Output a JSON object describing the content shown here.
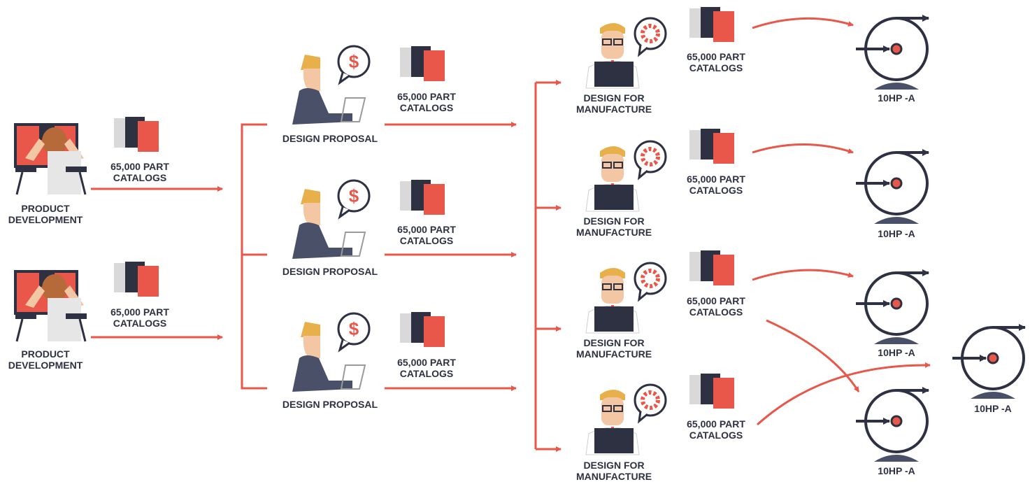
{
  "colors": {
    "accent": "#e8574a",
    "dark": "#2d3142",
    "skin": "#f3c7a4",
    "hair": "#e7b04b",
    "book_gray": "#d9d9d9"
  },
  "product_development": [
    {
      "line1": "PRODUCT",
      "line2": "DEVELOPMENT",
      "catalog_line1": "65,000 PART",
      "catalog_line2": "CATALOGS"
    },
    {
      "line1": "PRODUCT",
      "line2": "DEVELOPMENT",
      "catalog_line1": "65,000 PART",
      "catalog_line2": "CATALOGS"
    }
  ],
  "design_proposals": [
    {
      "label": "DESIGN PROPOSAL",
      "icon": "dollar-speech-bubble-icon",
      "catalog_line1": "65,000 PART",
      "catalog_line2": "CATALOGS"
    },
    {
      "label": "DESIGN PROPOSAL",
      "icon": "dollar-speech-bubble-icon",
      "catalog_line1": "65,000 PART",
      "catalog_line2": "CATALOGS"
    },
    {
      "label": "DESIGN PROPOSAL",
      "icon": "dollar-speech-bubble-icon",
      "catalog_line1": "65,000 PART",
      "catalog_line2": "CATALOGS"
    }
  ],
  "design_for_manufacture": [
    {
      "line1": "DESIGN FOR",
      "line2": "MANUFACTURE",
      "icon": "gear-speech-bubble-icon",
      "catalog_line1": "65,000 PART",
      "catalog_line2": "CATALOGS"
    },
    {
      "line1": "DESIGN FOR",
      "line2": "MANUFACTURE",
      "icon": "gear-speech-bubble-icon",
      "catalog_line1": "65,000 PART",
      "catalog_line2": "CATALOGS"
    },
    {
      "line1": "DESIGN FOR",
      "line2": "MANUFACTURE",
      "icon": "gear-speech-bubble-icon",
      "catalog_line1": "65,000 PART",
      "catalog_line2": "CATALOGS"
    },
    {
      "line1": "DESIGN FOR",
      "line2": "MANUFACTURE",
      "icon": "gear-speech-bubble-icon",
      "catalog_line1": "65,000 PART",
      "catalog_line2": "CATALOGS"
    }
  ],
  "pumps": [
    {
      "label": "10HP -A"
    },
    {
      "label": "10HP -A"
    },
    {
      "label": "10HP -A"
    },
    {
      "label": "10HP -A"
    },
    {
      "label": "10HP -A"
    }
  ]
}
